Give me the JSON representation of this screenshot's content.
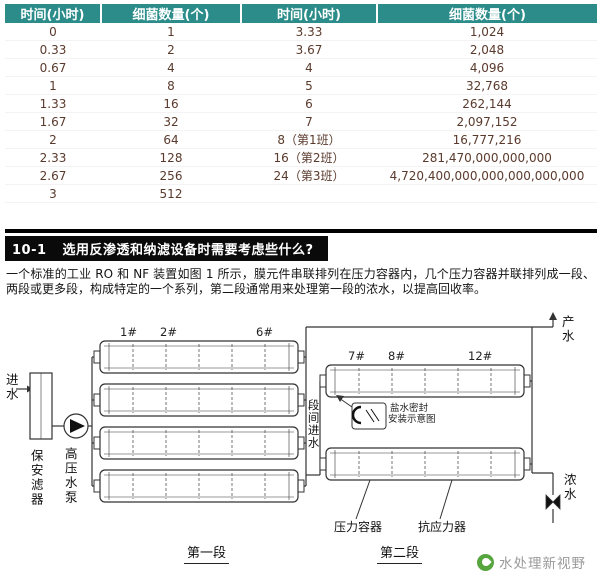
{
  "table": {
    "headers": [
      "时间(小时)",
      "细菌数量(个)",
      "时间(小时)",
      "细菌数量(个)"
    ],
    "rows": [
      [
        "0",
        "1",
        "3.33",
        "1,024"
      ],
      [
        "0.33",
        "2",
        "3.67",
        "2,048"
      ],
      [
        "0.67",
        "4",
        "4",
        "4,096"
      ],
      [
        "1",
        "8",
        "5",
        "32,768"
      ],
      [
        "1.33",
        "16",
        "6",
        "262,144"
      ],
      [
        "1.67",
        "32",
        "7",
        "2,097,152"
      ],
      [
        "2",
        "64",
        "8（第1班）",
        "16,777,216"
      ],
      [
        "2.33",
        "128",
        "16（第2班）",
        "281,470,000,000,000"
      ],
      [
        "2.67",
        "256",
        "24（第3班）",
        "4,720,400,000,000,000,000,000"
      ],
      [
        "3",
        "512",
        "",
        ""
      ]
    ]
  },
  "section": {
    "number": "10-1",
    "title": "选用反渗透和纳滤设备时需要考虑些什么?"
  },
  "intro": "一个标准的工业 RO 和 NF 装置如图 1 所示，膜元件串联排列在压力容器内，几个压力容器并联排列成一段、两段或更多段，构成特定的一个系列，第二段通常用来处理第一段的浓水，以提高回收率。",
  "diagram": {
    "feed_water": "进水",
    "cartridge_filter": "保安滤器",
    "high_pressure_pump": "高压水泵",
    "stage1_elements": [
      "1#",
      "2#",
      "6#"
    ],
    "stage2_elements": [
      "7#",
      "8#",
      "12#"
    ],
    "interstage_feed": "段间进水",
    "product_water": "产水",
    "concentrate": "浓水",
    "brine_seal_note_line1": "盐水密封",
    "brine_seal_note_line2": "安装示意图",
    "pressure_vessel_label": "压力容器",
    "stress_adapter_label": "抗应力器",
    "stage1_caption": "第一段",
    "stage2_caption": "第二段"
  },
  "watermark": {
    "text": "水处理新视野",
    "icon_color": "#56a53e"
  },
  "colors": {
    "table_header_bg": "#2b8c8a",
    "section_bar_bg": "#0a0a0a",
    "table_text": "#5a3a2c"
  }
}
